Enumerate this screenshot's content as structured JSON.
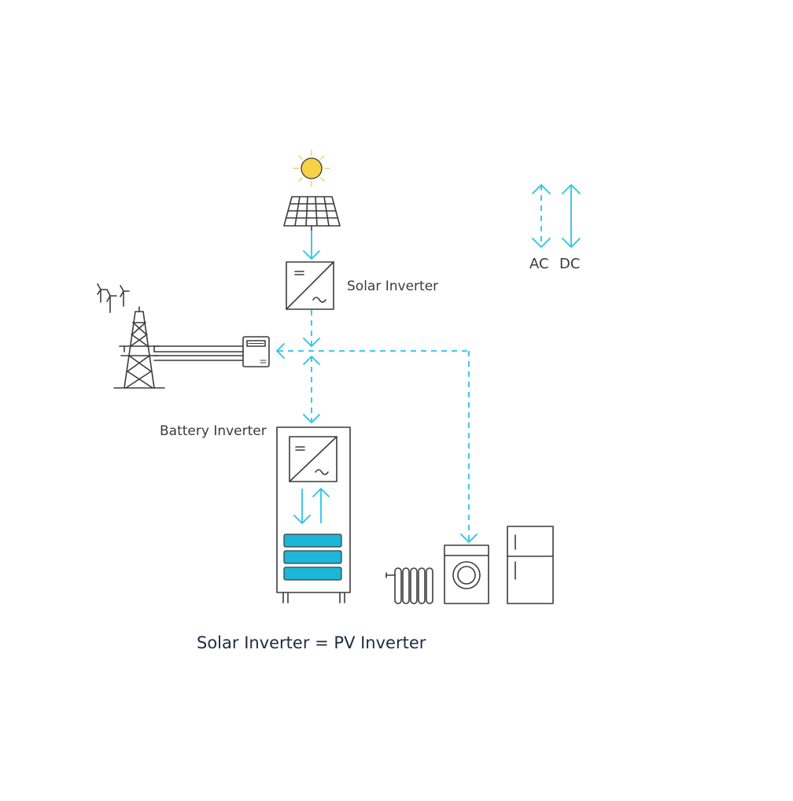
{
  "labels": {
    "solar_inverter": "Solar Inverter",
    "battery_inverter": "Battery Inverter",
    "legend_ac": "AC",
    "legend_dc": "DC",
    "footer": "Solar Inverter = PV Inverter"
  },
  "colors": {
    "flow": "#29c4e6",
    "battery_cell": "#1cb6d8",
    "sun_fill": "#f7d248",
    "sun_rays": "#f5cf66",
    "ink": "#3c3c3c"
  },
  "icons": [
    "sun-icon",
    "solar-panel-icon",
    "inverter-icon",
    "wind-turbine-icon",
    "power-tower-icon",
    "meter-icon",
    "battery-cabinet-icon",
    "radiator-icon",
    "washing-machine-icon",
    "fridge-icon"
  ]
}
